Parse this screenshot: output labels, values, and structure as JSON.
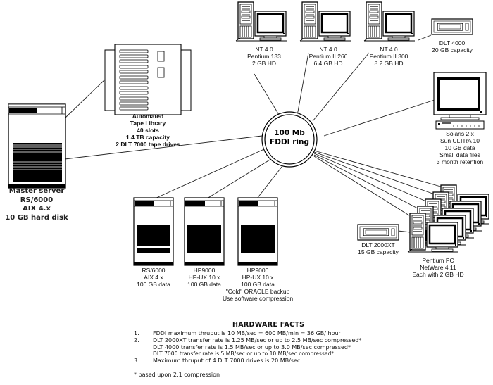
{
  "hub": {
    "name": "FDDI ring",
    "lines": [
      "100 Mb",
      "FDDI ring"
    ]
  },
  "nodes": {
    "master_server": {
      "type": "tower-server",
      "lines": [
        "Master server",
        "RS/6000",
        "AIX 4.x",
        "10 GB hard disk"
      ]
    },
    "tape_library": {
      "type": "tape-library",
      "lines": [
        "Automated",
        "Tape Library",
        "40 slots",
        "1.4 TB capacity",
        "2 DLT 7000 tape drives"
      ]
    },
    "nt1": {
      "type": "workstation",
      "lines": [
        "NT 4.0",
        "Pentium 133",
        "2 GB HD"
      ]
    },
    "nt2": {
      "type": "workstation",
      "lines": [
        "NT 4.0",
        "Pentium II 266",
        "6.4 GB HD"
      ]
    },
    "nt3": {
      "type": "workstation",
      "lines": [
        "NT 4.0",
        "Pentium II 300",
        "8.2 GB HD"
      ]
    },
    "dlt4000": {
      "type": "tape-drive",
      "lines": [
        "DLT 4000",
        "20 GB capacity"
      ]
    },
    "solaris": {
      "type": "sun-workstation",
      "lines": [
        "Solaris 2.x",
        "Sun ULTRA 10",
        "10 GB data",
        "Small data files",
        "3 month retention"
      ]
    },
    "rs6000": {
      "type": "tower-server",
      "lines": [
        "RS/6000",
        "AIX 4.x",
        "100 GB data"
      ]
    },
    "hp1": {
      "type": "tower-server",
      "lines": [
        "HP9000",
        "HP-UX 10.x",
        "100 GB data"
      ]
    },
    "hp2": {
      "type": "tower-server",
      "lines": [
        "HP9000",
        "HP-UX 10.x",
        "100 GB data",
        "\"Cold\" ORACLE backup",
        "Use software compression"
      ]
    },
    "dlt2000xt": {
      "type": "tape-drive",
      "lines": [
        "DLT 2000XT",
        "15 GB capacity"
      ]
    },
    "netware": {
      "type": "workstation-cluster",
      "count": 5,
      "lines": [
        "Pentium PC",
        "NetWare 4.11",
        "Each with 2 GB HD"
      ]
    }
  },
  "hardware_facts": {
    "title": "HARDWARE FACTS",
    "items": [
      {
        "num": "1.",
        "text": "FDDI maximum thruput is 10 MB/sec = 600 MB/min = 36 GB/ hour"
      },
      {
        "num": "2.",
        "text": "DLT 2000XT transfer rate is 1.25 MB/sec or up to 2.5 MB/sec compressed*"
      },
      {
        "num": "",
        "text": "DLT 4000 transfer rate is 1.5 MB/sec or up to 3.0 MB/sec compressed*"
      },
      {
        "num": "",
        "text": "DLT 7000 transfer rate is 5 MB/sec or up to 10 MB/sec compressed*"
      },
      {
        "num": "3.",
        "text": "Maximum thruput of 4 DLT 7000 drives is 20 MB/sec"
      }
    ],
    "footnote": "*  based upon 2:1 compression"
  }
}
